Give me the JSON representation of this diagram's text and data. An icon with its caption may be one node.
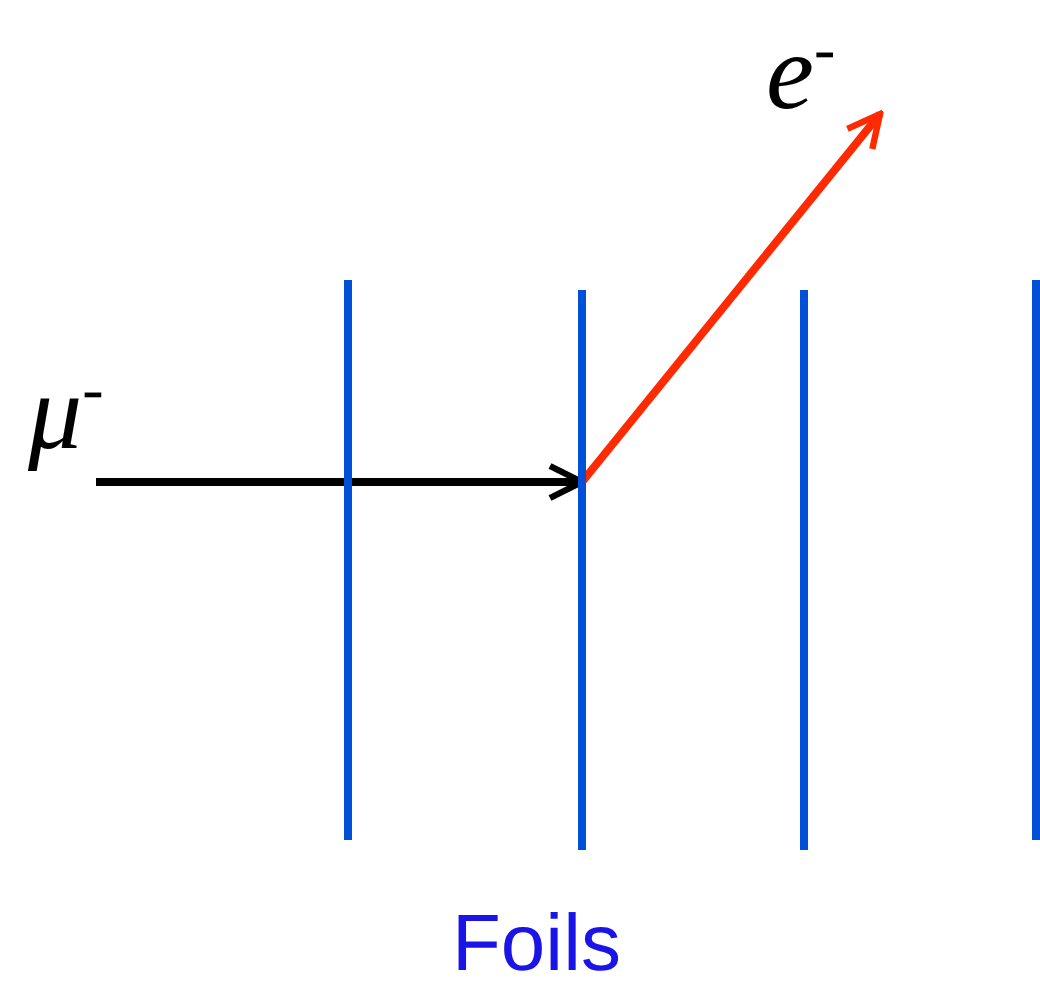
{
  "diagram": {
    "nodes": [
      {
        "text": [
          "μ$^{-}$"
        ]
      },
      {
        "text": [
          "e$^{-}$"
        ]
      },
      {
        "text": [],
        "shape": "bar"
      },
      {
        "text": [],
        "shape": "bar"
      },
      {
        "text": [],
        "shape": "bar"
      },
      {
        "text": [],
        "shape": "bar"
      }
    ],
    "edges": [
      {
        "from": 0,
        "to": 3,
        "arrow": "to"
      },
      {
        "from": 3,
        "to": 1,
        "arrow": "to",
        "color": "#ff2a00"
      }
    ],
    "labels": [
      "Foils"
    ]
  }
}
